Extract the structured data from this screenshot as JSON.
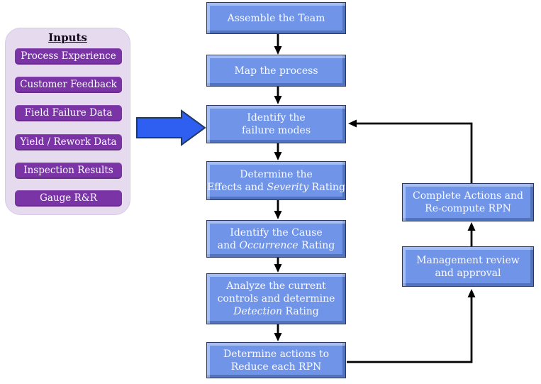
{
  "colors": {
    "box_blue": "#7095E8",
    "box_blue_border": "#2B3A64",
    "bevel_light": "rgba(255,255,255,0.38)",
    "bevel_dark": "rgba(16,35,90,0.30)",
    "box_text": "#FAFAFF",
    "purple_box": "#7A34A5",
    "panel_bg": "#E6DAEE",
    "panel_border": "#D9C9E5",
    "inputs_title_color": "#140618",
    "block_arrow_fill": "#2E5FF0",
    "block_arrow_border": "#1F3864",
    "connector": "#000000"
  },
  "inputs_panel": {
    "title": "Inputs",
    "items": [
      "Process Experience",
      "Customer Feedback",
      "Field Failure Data",
      "Yield / Rework Data",
      "Inspection Results",
      "Gauge R&R"
    ]
  },
  "flow": {
    "steps": [
      {
        "name": "assemble-team",
        "lines": [
          [
            {
              "t": "Assemble the Team"
            }
          ]
        ]
      },
      {
        "name": "map-process",
        "lines": [
          [
            {
              "t": "Map the process"
            }
          ]
        ]
      },
      {
        "name": "identify-failure-modes",
        "lines": [
          [
            {
              "t": "Identify the"
            }
          ],
          [
            {
              "t": "failure modes"
            }
          ]
        ]
      },
      {
        "name": "determine-effects-severity",
        "lines": [
          [
            {
              "t": "Determine the"
            }
          ],
          [
            {
              "t": "Effects and "
            },
            {
              "t": "Severity",
              "i": true
            },
            {
              "t": " Rating"
            }
          ]
        ]
      },
      {
        "name": "identify-cause-occurrence",
        "lines": [
          [
            {
              "t": "Identify the Cause"
            }
          ],
          [
            {
              "t": "and "
            },
            {
              "t": "Occurrence",
              "i": true
            },
            {
              "t": " Rating"
            }
          ]
        ]
      },
      {
        "name": "analyze-controls-detection",
        "lines": [
          [
            {
              "t": "Analyze the current"
            }
          ],
          [
            {
              "t": "controls and determine"
            }
          ],
          [
            {
              "t": "Detection",
              "i": true
            },
            {
              "t": " Rating"
            }
          ]
        ]
      },
      {
        "name": "determine-actions-rpn",
        "lines": [
          [
            {
              "t": "Determine actions to"
            }
          ],
          [
            {
              "t": "Reduce each RPN"
            }
          ]
        ]
      }
    ],
    "feedback_steps": [
      {
        "name": "complete-actions",
        "lines": [
          [
            {
              "t": "Complete Actions and"
            }
          ],
          [
            {
              "t": "Re-compute RPN"
            }
          ]
        ]
      },
      {
        "name": "management-review",
        "lines": [
          [
            {
              "t": "Management review"
            }
          ],
          [
            {
              "t": "and approval"
            }
          ]
        ]
      }
    ]
  }
}
